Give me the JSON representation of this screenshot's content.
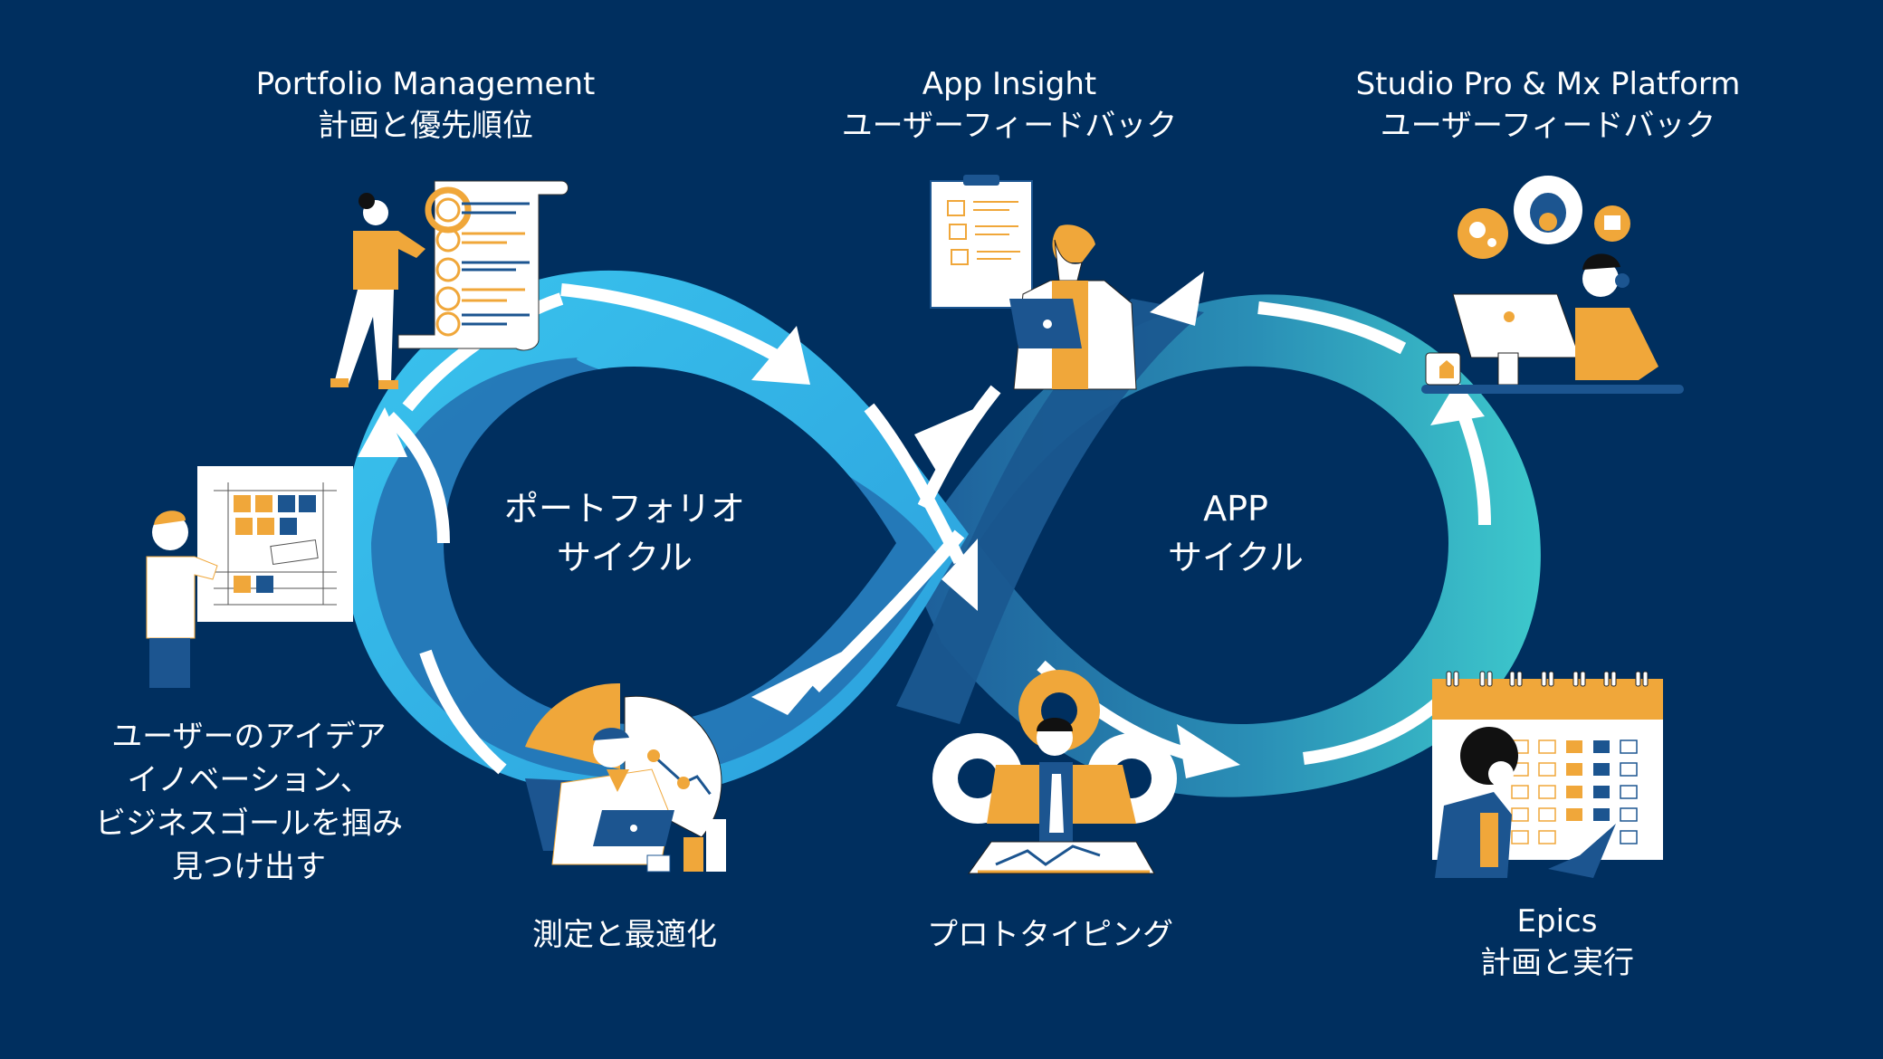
{
  "colors": {
    "background": "#002f5f",
    "loop_light": "#36b9e8",
    "loop_mid": "#2373b4",
    "loop_dark": "#1a5890",
    "loop_teal": "#3cc6cc",
    "accent_orange": "#f0a73a",
    "accent_navy": "#1c5590",
    "white": "#ffffff"
  },
  "stages": {
    "portfolio_management": {
      "line1": "Portfolio Management",
      "line2": "計画と優先順位",
      "icon": "checklist-scroll-icon"
    },
    "app_insight": {
      "line1": "App Insight",
      "line2": "ユーザーフィードバック",
      "icon": "clipboard-tablet-icon"
    },
    "studio_pro": {
      "line1": "Studio Pro & Mx Platform",
      "line2": "ユーザーフィードバック",
      "icon": "developer-computer-icon"
    },
    "user_ideas": {
      "line1": "ユーザーのアイデア",
      "line2": "イノベーション、",
      "line3": "ビジネスゴールを掴み",
      "line4": "見つけ出す",
      "icon": "kanban-board-icon"
    },
    "measure_optimize": {
      "line1": "測定と最適化",
      "icon": "analytics-person-icon"
    },
    "prototyping": {
      "line1": "プロトタイピング",
      "icon": "gears-person-icon"
    },
    "epics": {
      "line1": "Epics",
      "line2": "計画と実行",
      "icon": "calendar-person-icon"
    }
  },
  "cycles": {
    "portfolio": {
      "line1": "ポートフォリオ",
      "line2": "サイクル"
    },
    "app": {
      "line1": "APP",
      "line2": "サイクル"
    }
  }
}
